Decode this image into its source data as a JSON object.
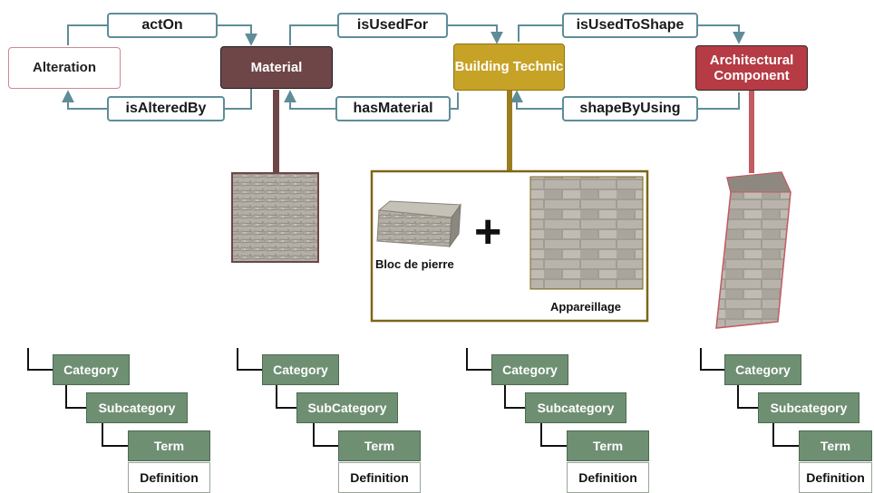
{
  "concepts": {
    "alteration": "Alteration",
    "material": "Material",
    "technic": "Building Technic",
    "component": "Architectural Component"
  },
  "relations": {
    "actOn": "actOn",
    "isAlteredBy": "isAlteredBy",
    "isUsedFor": "isUsedFor",
    "hasMaterial": "hasMaterial",
    "isUsedToShape": "isUsedToShape",
    "shapeByUsing": "shapeByUsing"
  },
  "images": {
    "bloc": "Bloc de pierre",
    "appareillage": "Appareillage"
  },
  "colors": {
    "arrow": "#5e8d98",
    "alteration_border": "#c98a8f",
    "material": "#6e4648",
    "technic": "#c6a227",
    "component": "#b63b44",
    "taxonomy": "#6f8f73"
  },
  "taxonomies": [
    {
      "category": "Category",
      "subcategory": "Subcategory",
      "term": "Term",
      "definition": "Definition"
    },
    {
      "category": "Category",
      "subcategory": "SubCategory",
      "term": "Term",
      "definition": "Definition"
    },
    {
      "category": "Category",
      "subcategory": "Subcategory",
      "term": "Term",
      "definition": "Definition"
    },
    {
      "category": "Category",
      "subcategory": "Subcategory",
      "term": "Term",
      "definition": "Definition"
    }
  ]
}
